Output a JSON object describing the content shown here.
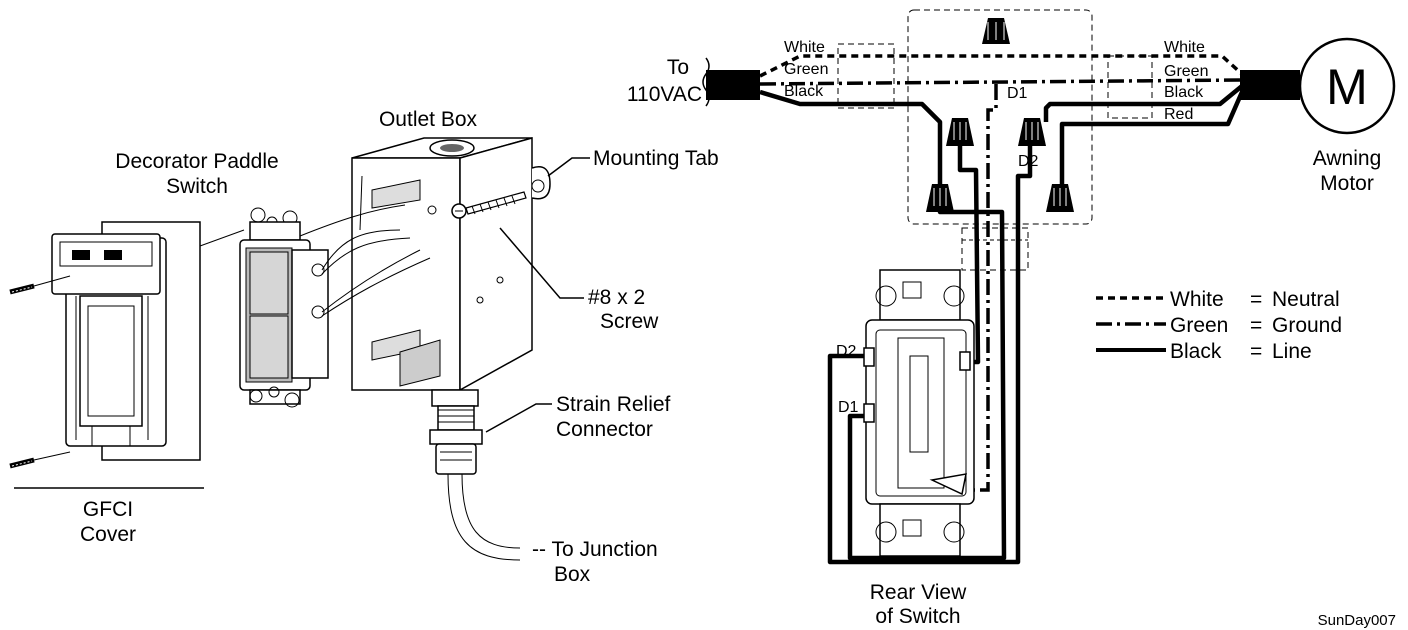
{
  "left": {
    "decorator_paddle_switch": [
      "Decorator Paddle",
      "Switch"
    ],
    "outlet_box": "Outlet Box",
    "mounting_tab": "Mounting Tab",
    "screw": [
      "#8 x 2",
      "Screw"
    ],
    "strain_relief": [
      "Strain Relief",
      "Connector"
    ],
    "to_junction_box": [
      "-- To Junction",
      "Box"
    ],
    "gfci_cover": [
      "GFCI",
      "Cover"
    ]
  },
  "right": {
    "to_110vac": [
      "To",
      "110VAC"
    ],
    "wires_left": [
      "White",
      "Green",
      "Black"
    ],
    "wires_right": [
      "White",
      "Green",
      "Black",
      "Red"
    ],
    "motor_symbol": "M",
    "awning_motor": [
      "Awning",
      "Motor"
    ],
    "d1": "D1",
    "d2": "D2",
    "switch_d1": "D1",
    "switch_d2": "D2",
    "rear_view": [
      "Rear View",
      "of Switch"
    ]
  },
  "legend": [
    {
      "color": "White",
      "meaning": "Neutral",
      "style": "dashed"
    },
    {
      "color": "Green",
      "meaning": "Ground",
      "style": "dash-dot"
    },
    {
      "color": "Black",
      "meaning": "Line",
      "style": "solid"
    }
  ],
  "legend_eq": "=",
  "figure_id": "SunDay007"
}
